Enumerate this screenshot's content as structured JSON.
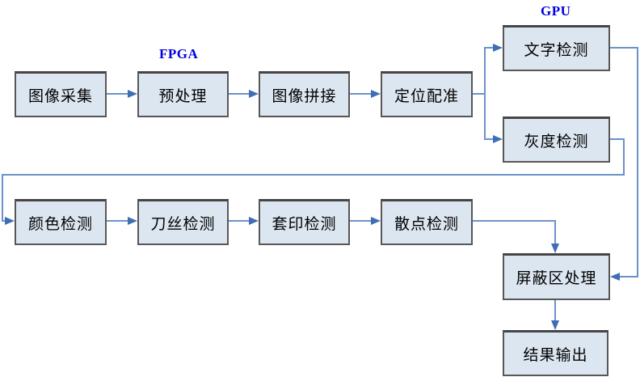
{
  "diagram": {
    "type": "flowchart",
    "annotations": {
      "fpga": "FPGA",
      "gpu": "GPU"
    },
    "nodes": [
      {
        "id": "image-acquisition",
        "label": "图像采集"
      },
      {
        "id": "preprocessing",
        "label": "预处理"
      },
      {
        "id": "image-stitching",
        "label": "图像拼接"
      },
      {
        "id": "positioning-registration",
        "label": "定位配准"
      },
      {
        "id": "text-detection",
        "label": "文字检测"
      },
      {
        "id": "grayscale-detection",
        "label": "灰度检测"
      },
      {
        "id": "color-detection",
        "label": "颜色检测"
      },
      {
        "id": "knife-wire-detection",
        "label": "刀丝检测"
      },
      {
        "id": "overprint-detection",
        "label": "套印检测"
      },
      {
        "id": "scatter-detection",
        "label": "散点检测"
      },
      {
        "id": "mask-region-processing",
        "label": "屏蔽区处理"
      },
      {
        "id": "result-output",
        "label": "结果输出"
      }
    ],
    "edges": [
      "图像采集→预处理",
      "预处理→图像拼接",
      "图像拼接→定位配准",
      "定位配准→文字检测",
      "定位配准→灰度检测",
      "文字检测→屏蔽区处理",
      "灰度检测→颜色检测",
      "颜色检测→刀丝检测",
      "刀丝检测→套印检测",
      "套印检测→散点检测",
      "散点检测→屏蔽区处理",
      "屏蔽区处理→结果输出"
    ],
    "colors": {
      "box_fill": "#dce6f1",
      "box_border": "#575757",
      "connector_line": "#6b92c8",
      "connector_arrow": "#3f6eb5",
      "annotation_text": "#0000e0",
      "node_text": "#000000",
      "background": "#ffffff"
    }
  }
}
